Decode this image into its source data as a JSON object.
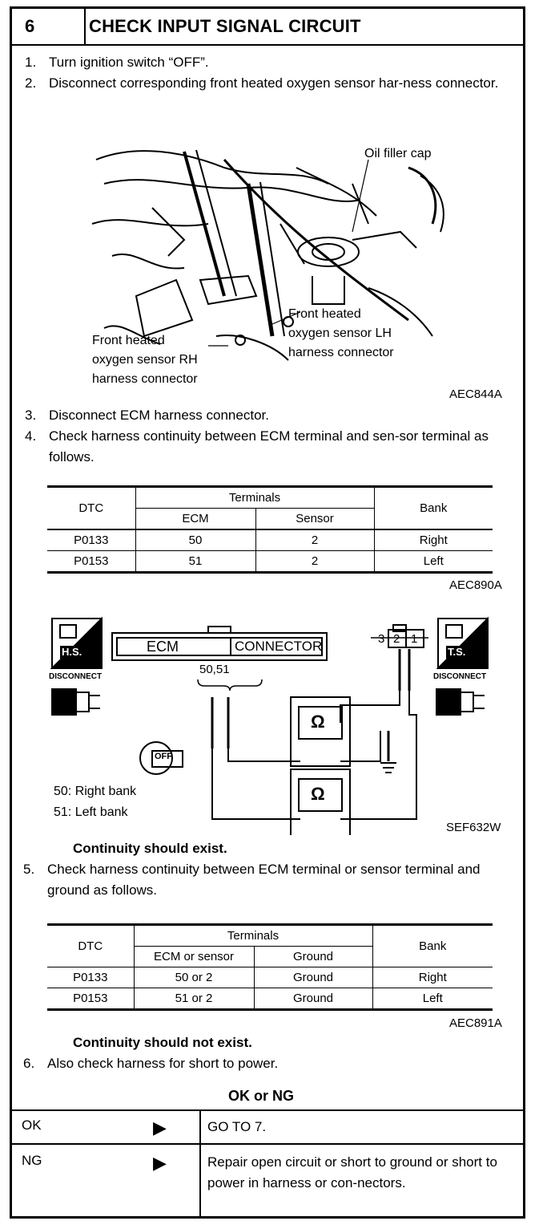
{
  "header": {
    "step_number": "6",
    "title": "CHECK INPUT SIGNAL CIRCUIT"
  },
  "steps": [
    {
      "n": "1.",
      "text": "Turn ignition switch “OFF”."
    },
    {
      "n": "2.",
      "text": "Disconnect corresponding front heated oxygen sensor har-ness connector."
    },
    {
      "n": "3.",
      "text": "Disconnect ECM harness connector."
    },
    {
      "n": "4.",
      "text": "Check harness continuity between ECM terminal and sen-sor terminal as follows."
    },
    {
      "n": "5.",
      "text": "Check harness continuity between ECM terminal or sensor terminal and ground as follows."
    },
    {
      "n": "6.",
      "text": "Also check harness for short to power."
    }
  ],
  "figure1": {
    "labels": {
      "oil_filler_cap": "Oil filler cap",
      "lh_1": "Front heated",
      "lh_2": "oxygen sensor LH",
      "lh_3": "harness connector",
      "rh_1": "Front heated",
      "rh_2": "oxygen sensor RH",
      "rh_3": "harness connector"
    },
    "ref": "AEC844A"
  },
  "table1": {
    "head_dtc": "DTC",
    "head_terminals": "Terminals",
    "head_ecm": "ECM",
    "head_sensor": "Sensor",
    "head_bank": "Bank",
    "rows": [
      {
        "dtc": "P0133",
        "ecm": "50",
        "sensor": "2",
        "bank": "Right"
      },
      {
        "dtc": "P0153",
        "ecm": "51",
        "sensor": "2",
        "bank": "Left"
      }
    ],
    "ref": "AEC890A"
  },
  "figure2": {
    "hs": "H.S.",
    "ts": "T.S.",
    "disconnect_left": "DISCONNECT",
    "disconnect_right": "DISCONNECT",
    "ecm": "ECM",
    "connector": "CONNECTOR",
    "pins_ecm": "50,51",
    "pin_3": "3",
    "pin_2": "2",
    "pin_1": "1",
    "ohm": "Ω",
    "off": "OFF",
    "legend_50": "50:  Right  bank",
    "legend_51": "51:  Left  bank",
    "ref": "SEF632W"
  },
  "note1": "Continuity should exist.",
  "table2": {
    "head_dtc": "DTC",
    "head_terminals": "Terminals",
    "head_ecm_sensor": "ECM or sensor",
    "head_ground": "Ground",
    "head_bank": "Bank",
    "rows": [
      {
        "dtc": "P0133",
        "ecm_sensor": "50 or 2",
        "ground": "Ground",
        "bank": "Right"
      },
      {
        "dtc": "P0153",
        "ecm_sensor": "51 or 2",
        "ground": "Ground",
        "bank": "Left"
      }
    ],
    "ref": "AEC891A"
  },
  "note2": "Continuity should not exist.",
  "ok_ng_title": "OK or NG",
  "results": [
    {
      "label": "OK",
      "arrow": "▶",
      "action": "GO TO 7."
    },
    {
      "label": "NG",
      "arrow": "▶",
      "action": "Repair open circuit or short to ground or short to power in harness or con-nectors."
    }
  ]
}
